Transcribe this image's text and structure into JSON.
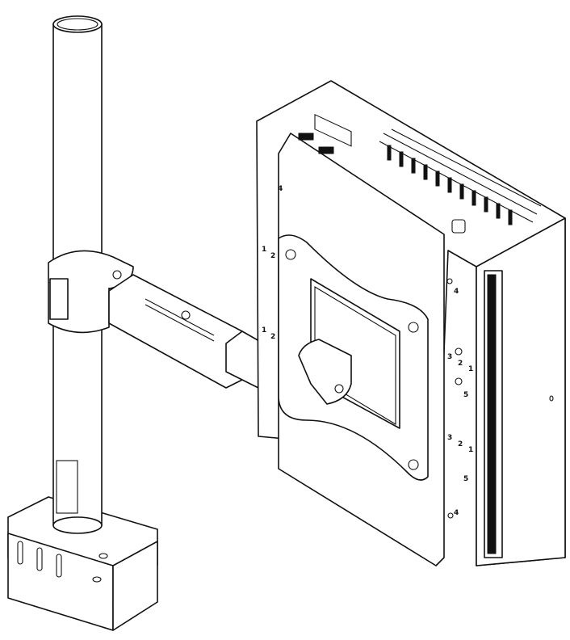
{
  "hole_labels": [
    "1",
    "2",
    "1",
    "2",
    "4",
    "4",
    "3",
    "2",
    "1",
    "5",
    "3",
    "2",
    "1",
    "5",
    "4"
  ]
}
